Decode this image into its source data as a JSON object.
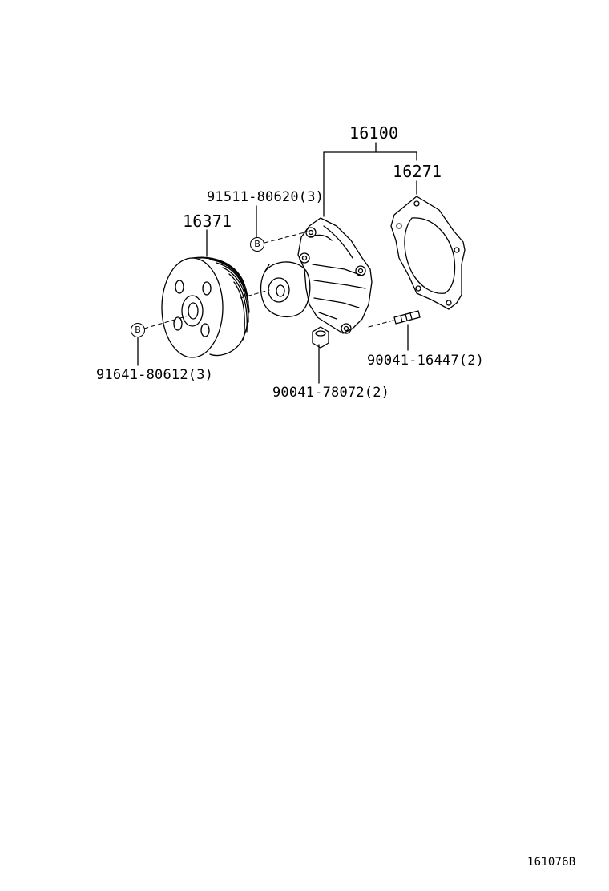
{
  "callouts": {
    "assembly": "16100",
    "gasket": "16271",
    "pulley": "16371",
    "bolt_upper": "91511-80620(3)",
    "bolt_lower": "91641-80612(3)",
    "stud": "90041-16447(2)",
    "nut": "90041-78072(2)",
    "marker_upper": "B",
    "marker_lower": "B"
  },
  "drawing_id": "161076B"
}
